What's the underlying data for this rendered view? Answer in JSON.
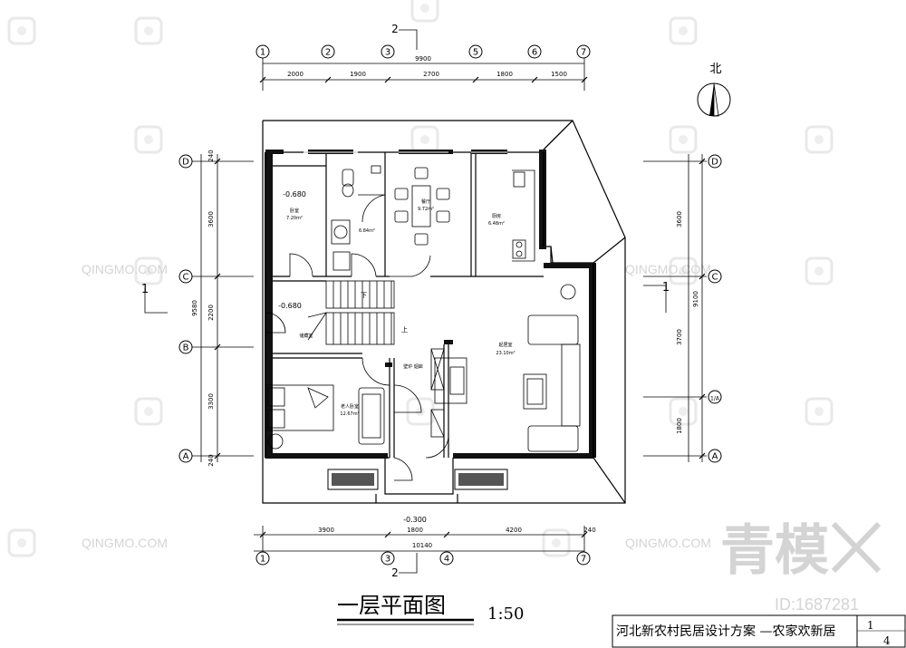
{
  "drawing": {
    "title": "一层平面图",
    "scale": "1:50",
    "north_label": "北",
    "title_block": {
      "project": "河北新农村民居设计方案 —农家欢新居",
      "sheet_number": "1",
      "sheet_total": "4"
    },
    "watermark": {
      "brand": "青模",
      "id_text": "ID:1687281",
      "repeat_text": "QINGMO.COM"
    },
    "section_mark": "1",
    "section_mark_top": "2",
    "section_mark_bottom": "2"
  },
  "axes": {
    "top": [
      "1",
      "2",
      "3",
      "5",
      "6",
      "7"
    ],
    "bottom": [
      "1",
      "3",
      "4",
      "7"
    ],
    "left": [
      "D",
      "C",
      "B",
      "A"
    ],
    "right": [
      "D",
      "C",
      "1/A",
      "A"
    ]
  },
  "dimensions": {
    "top_total": "9900",
    "top_segments": [
      "2000",
      "1900",
      "2700",
      "1800",
      "1500"
    ],
    "bottom_segments": [
      "3900",
      "1800",
      "4200",
      "240"
    ],
    "bottom_total": "10140",
    "left_total": "9580",
    "left_segments": [
      "240",
      "3600",
      "2200",
      "3300",
      "240"
    ],
    "right_total": "9100",
    "right_segments": [
      "3600",
      "3700",
      "1800"
    ]
  },
  "rooms": {
    "bedroom_nw": {
      "name": "卧室",
      "area": "7.20m²",
      "level": "-0.680"
    },
    "bathroom": {
      "area": "6.84m²"
    },
    "dining": {
      "name": "餐厅",
      "area": "9.72m²"
    },
    "kitchen": {
      "name": "厨房",
      "area": "6.48m²"
    },
    "stair_level": "-0.680",
    "storage": "储藏室",
    "elder_bedroom": {
      "name": "老人卧室",
      "area": "12.67m²"
    },
    "living_room": {
      "name": "起居室",
      "area": "23.10m²"
    },
    "fireplace": "壁炉\n烟囱",
    "entrance_level": "-0.300",
    "stair_down": "下",
    "stair_up": "上"
  }
}
